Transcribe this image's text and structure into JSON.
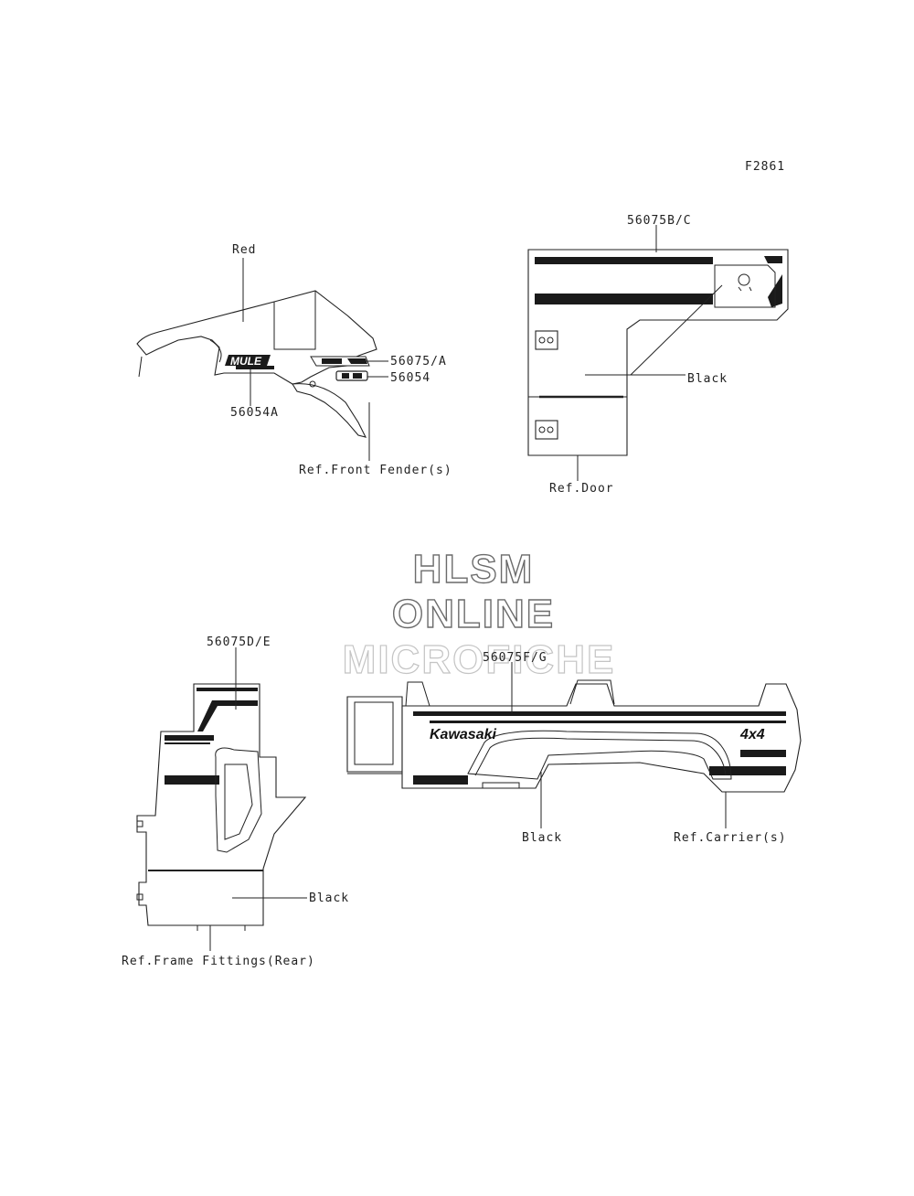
{
  "figure_code": "F2861",
  "watermark": {
    "line1": "HLSM",
    "line2": "ONLINE",
    "line3": "MICROFICHE"
  },
  "groups": {
    "front_fender": {
      "color_label": "Red",
      "part_56075A": "56075/A",
      "part_56054": "56054",
      "part_56054A": "56054A",
      "ref_label": "Ref.Front Fender(s)",
      "logo_text": "MULE"
    },
    "door": {
      "part_label": "56075B/C",
      "color_label": "Black",
      "ref_label": "Ref.Door"
    },
    "rear_side": {
      "part_label": "56075D/E",
      "color_label": "Black",
      "ref_label": "Ref.Frame Fittings(Rear)"
    },
    "carrier": {
      "part_label": "56075F/G",
      "color_label": "Black",
      "ref_label": "Ref.Carrier(s)",
      "brand_text": "Kawasaki",
      "badge_text": "4x4"
    }
  }
}
